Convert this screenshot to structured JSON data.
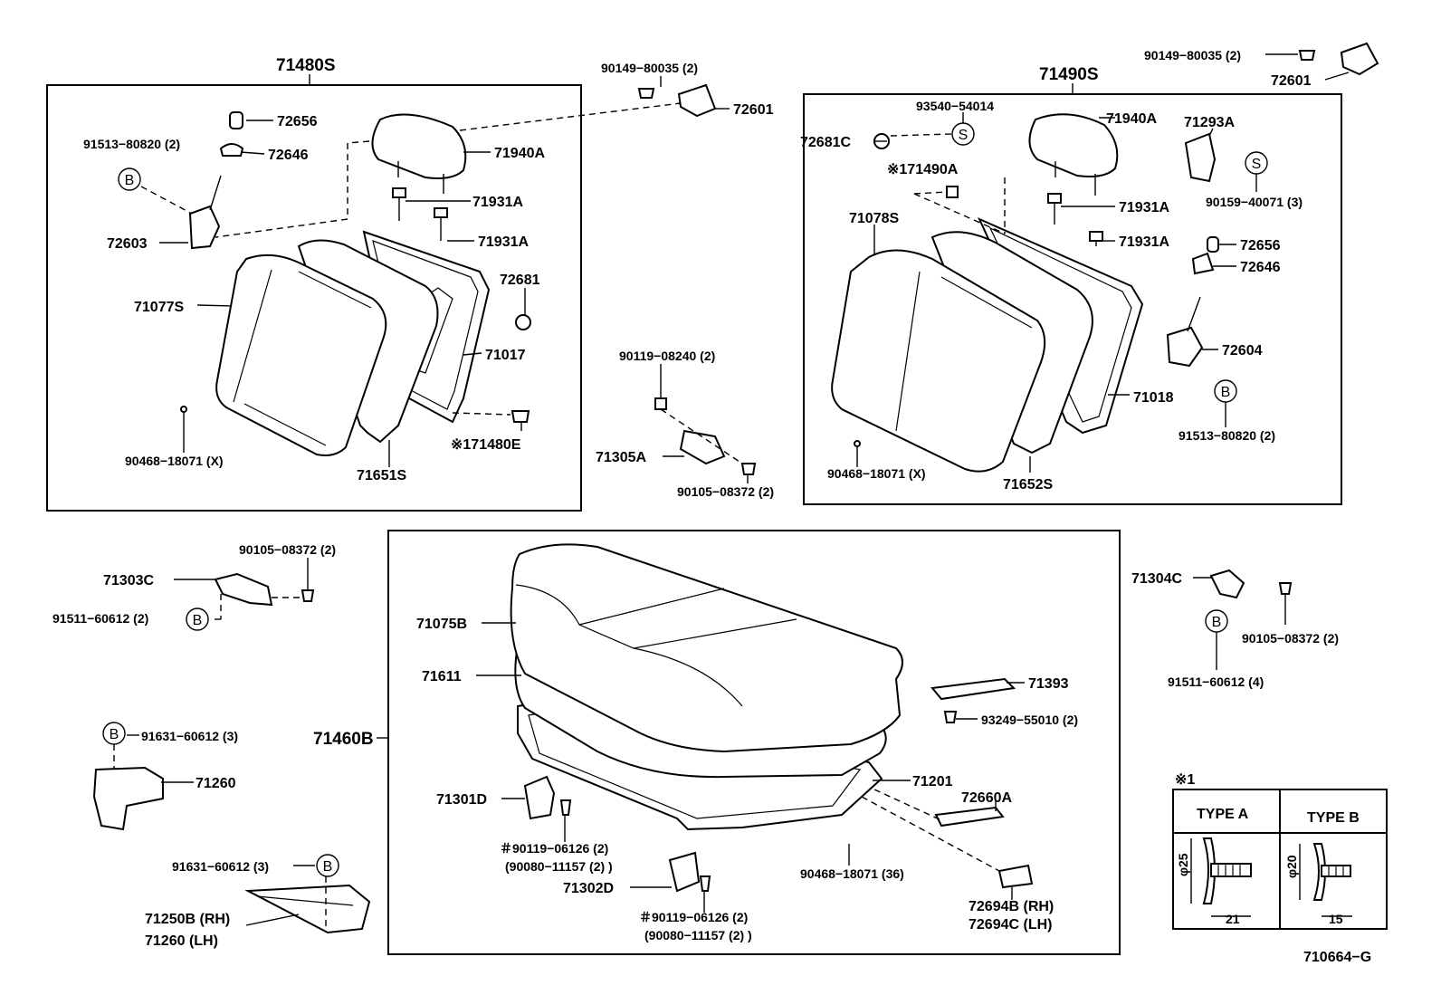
{
  "groups": {
    "rear_seatback_left": "71480S",
    "rear_seatback_right": "71490S",
    "seat_cushion_assy": "71460B"
  },
  "labels": {
    "l_72656": "72656",
    "l_91513_80820": "91513−80820 (2)",
    "l_72646": "72646",
    "l_71940A": "71940A",
    "l_71931A_1": "71931A",
    "l_71931A_2": "71931A",
    "l_72603": "72603",
    "l_72681": "72681",
    "l_71077S": "71077S",
    "l_71017": "71017",
    "l_90468_x": "90468−18071 (X)",
    "l_171480E": "※171480E",
    "l_71651S": "71651S",
    "c_90149_80035": "90149−80035 (2)",
    "c_72601": "72601",
    "c_90119_08240": "90119−08240 (2)",
    "c_71305A": "71305A",
    "c_90105_08372": "90105−08372 (2)",
    "tr_90149_80035": "90149−80035 (2)",
    "tr_72601": "72601",
    "r_93540_54014": "93540−54014",
    "r_72681C": "72681C",
    "r_71940A": "71940A",
    "r_71293A": "71293A",
    "r_171490A": "※171490A",
    "r_71931A_1": "71931A",
    "r_71931A_2": "71931A",
    "r_90159_40071": "90159−40071 (3)",
    "r_71078S": "71078S",
    "r_72656": "72656",
    "r_72646": "72646",
    "r_72604": "72604",
    "r_71018": "71018",
    "r_91513_80820": "91513−80820 (2)",
    "r_90468_x": "90468−18071 (X)",
    "r_71652S": "71652S",
    "bl_90105_08372": "90105−08372 (2)",
    "bl_71303C": "71303C",
    "bl_91511_60612": "91511−60612 (2)",
    "bl_91631_60612a": "91631−60612 (3)",
    "bl_71260a": "71260",
    "bl_91631_60612b": "91631−60612 (3)",
    "bl_71250B": "71250B (RH)",
    "bl_71260b": "71260   (LH)",
    "m_71075B": "71075B",
    "m_71611": "71611",
    "m_71301D": "71301D",
    "m_90119_06126a": "＃90119−06126 (2)",
    "m_90080_11157a": "(90080−11157 (2) )",
    "m_71302D": "71302D",
    "m_90119_06126b": "＃90119−06126 (2)",
    "m_90080_11157b": "(90080−11157 (2) )",
    "m_71393": "71393",
    "m_93249_55010": "93249−55010 (2)",
    "m_71201": "71201",
    "m_72660A": "72660A",
    "m_90468_36": "90468−18071 (36)",
    "m_72694B": "72694B (RH)",
    "m_72694C": "72694C (LH)",
    "br_71304C": "71304C",
    "br_90105_08372": "90105−08372 (2)",
    "br_91511_60612": "91511−60612 (4)"
  },
  "callouts": {
    "b": "B",
    "s": "S"
  },
  "clip_table": {
    "note": "※1",
    "type_a": "TYPE  A",
    "type_b": "TYPE  B",
    "a_dia": "φ25",
    "a_len": "21",
    "b_dia": "φ20",
    "b_len": "15"
  },
  "diagram_id": "710664−G"
}
